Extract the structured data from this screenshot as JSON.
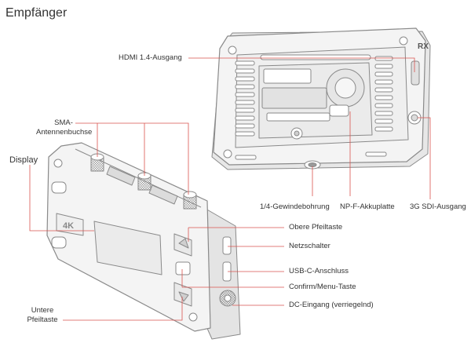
{
  "title": "Empfänger",
  "receiver_badge": "RX",
  "resolution_badge": "4K",
  "labels": {
    "hdmi": "HDMI 1.4-Ausgang",
    "sma_1": "SMA-",
    "sma_2": "Antennenbuchse",
    "display": "Display",
    "thread": "1/4-Gewindebohrung",
    "npf": "NP-F-Akkuplatte",
    "sdi": "3G SDI-Ausgang",
    "up_key": "Obere Pfeiltaste",
    "power": "Netzschalter",
    "usbc": "USB-C-Anschluss",
    "confirm": "Confirm/Menu-Taste",
    "dc": "DC-Eingang (verriegelnd)",
    "down_1": "Untere",
    "down_2": "Pfeiltaste"
  },
  "colors": {
    "callout": "#d9534f",
    "outline": "#8a8a8a",
    "body": "#f4f4f4"
  }
}
